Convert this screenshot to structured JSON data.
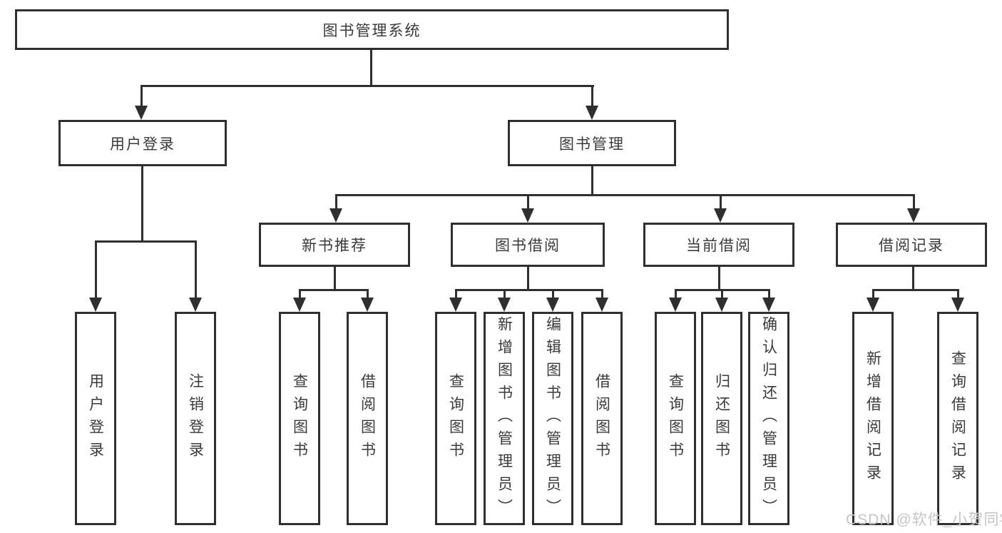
{
  "diagram": {
    "root": "图书管理系统",
    "modules": [
      {
        "label": "用户登录",
        "children": [
          "用户登录",
          "注销登录"
        ]
      },
      {
        "label": "图书管理",
        "submodules": [
          {
            "label": "新书推荐",
            "children": [
              "查询图书",
              "借阅图书"
            ]
          },
          {
            "label": "图书借阅",
            "children": [
              "查询图书",
              "新增图书（管理员）",
              "编辑图书（管理员）",
              "借阅图书"
            ]
          },
          {
            "label": "当前借阅",
            "children": [
              "查询图书",
              "归还图书",
              "确认归还（管理员）"
            ]
          },
          {
            "label": "借阅记录",
            "children": [
              "新增借阅记录",
              "查询借阅记录"
            ]
          }
        ]
      }
    ]
  },
  "colors": {
    "line": "#2f2f2f",
    "text": "#3a3a3a",
    "watermark": "#c6c6c6"
  },
  "watermark": {
    "text": "CSDN @软件_小贺同学"
  }
}
